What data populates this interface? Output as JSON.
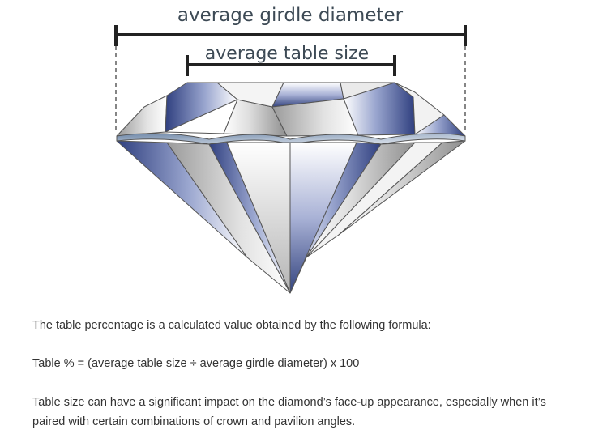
{
  "diagram": {
    "girdle_label": "average girdle diameter",
    "table_label": "average table size"
  },
  "text": {
    "intro": "The table percentage is a calculated value obtained by the following formula:",
    "formula": "Table % = (average table size ÷ average girdle diameter) x 100",
    "impact": "Table size can have a significant impact on the diamond’s face-up appearance, especially when it’s paired with certain combinations of crown and pavilion angles."
  },
  "colors": {
    "outline": "#555555",
    "dimension_line": "#222222",
    "facet_blue": "#3c4c8c",
    "facet_light": "#ffffff",
    "label": "#3d4a55",
    "body_text": "#333333"
  }
}
